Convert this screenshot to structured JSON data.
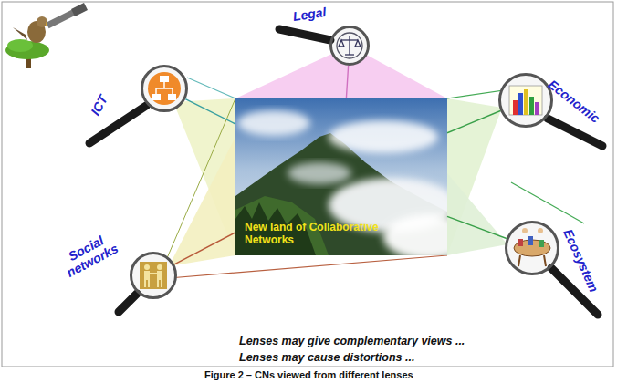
{
  "diagram": {
    "caption": "Figure 2 – CNs viewed from different lenses",
    "nodes": [
      {
        "text": [
          "Legal"
        ]
      },
      {
        "text": [
          "ICT"
        ]
      },
      {
        "text": [
          "Economic"
        ]
      },
      {
        "text": [
          "New land of Collaborative Networks"
        ]
      },
      {
        "text": [
          "Social networks"
        ]
      },
      {
        "text": [
          "Ecosystem"
        ]
      }
    ],
    "edges": [
      {
        "from": 0,
        "to": 3,
        "arrow": "none"
      },
      {
        "from": 1,
        "to": 3,
        "arrow": "none"
      },
      {
        "from": 2,
        "to": 3,
        "arrow": "none"
      },
      {
        "from": 4,
        "to": 3,
        "arrow": "none"
      },
      {
        "from": 5,
        "to": 3,
        "arrow": "none"
      }
    ],
    "labels": [
      "Lenses may give complementary views ...",
      "Lenses may cause distortions ..."
    ]
  }
}
